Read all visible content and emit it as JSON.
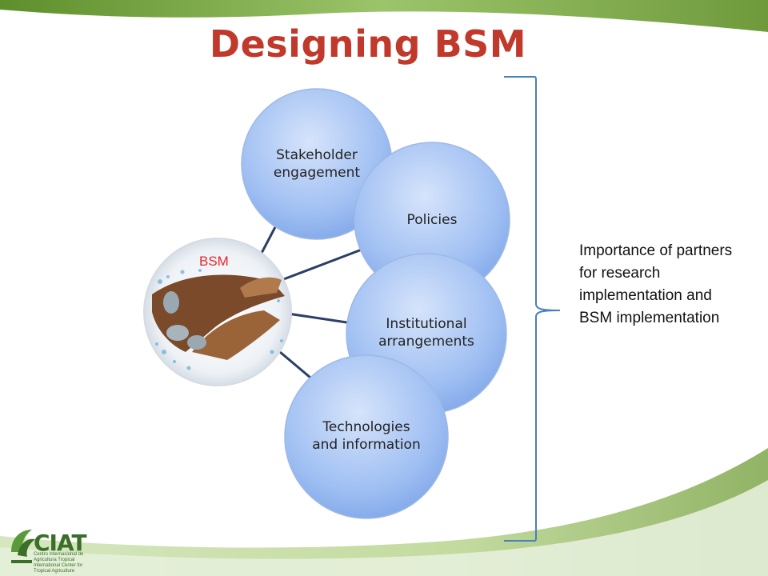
{
  "title": "Designing BSM",
  "center": {
    "label": "BSM"
  },
  "circles": [
    {
      "label": "Stakeholder engagement"
    },
    {
      "label": "Policies"
    },
    {
      "label": "Institutional arrangements"
    },
    {
      "label": "Technologies and information"
    }
  ],
  "side_note": "Importance of partners for research implementation and BSM implementation",
  "logo": {
    "name": "CIAT",
    "subtitle": "Centro Internacional de Agricultura Tropical International Center for Tropical Agriculture"
  },
  "colors": {
    "title": "#c0392b",
    "bsm_label": "#e8262b",
    "circle_fill": "#8fb4ee",
    "connector": "#2c3e66",
    "bracket": "#4a7fc0",
    "accent_green": "#6a9a3a"
  }
}
